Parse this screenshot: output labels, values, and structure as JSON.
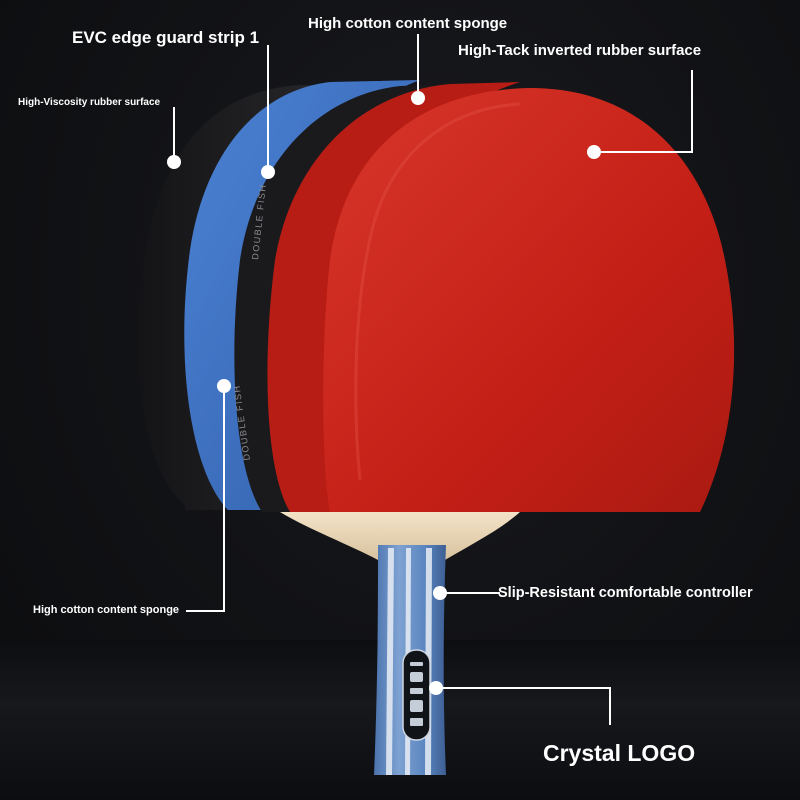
{
  "labels": {
    "evc_edge_guard": "EVC edge guard strip 1",
    "sponge_top": "High cotton content sponge",
    "high_tack": "High-Tack inverted rubber surface",
    "high_viscosity": "High-Viscosity rubber surface",
    "sponge_bottom": "High cotton content sponge",
    "slip_resistant": "Slip-Resistant comfortable controller",
    "crystal_logo": "Crystal LOGO"
  },
  "product_text": {
    "edge_print": "DOUBLE FISH"
  },
  "colors": {
    "red_rubber": "#c8231a",
    "blue_sponge": "#3f72c7",
    "black_rubber": "#1c1c1f",
    "handle_blue": "#5b86c0",
    "annotation": "#ffffff"
  }
}
